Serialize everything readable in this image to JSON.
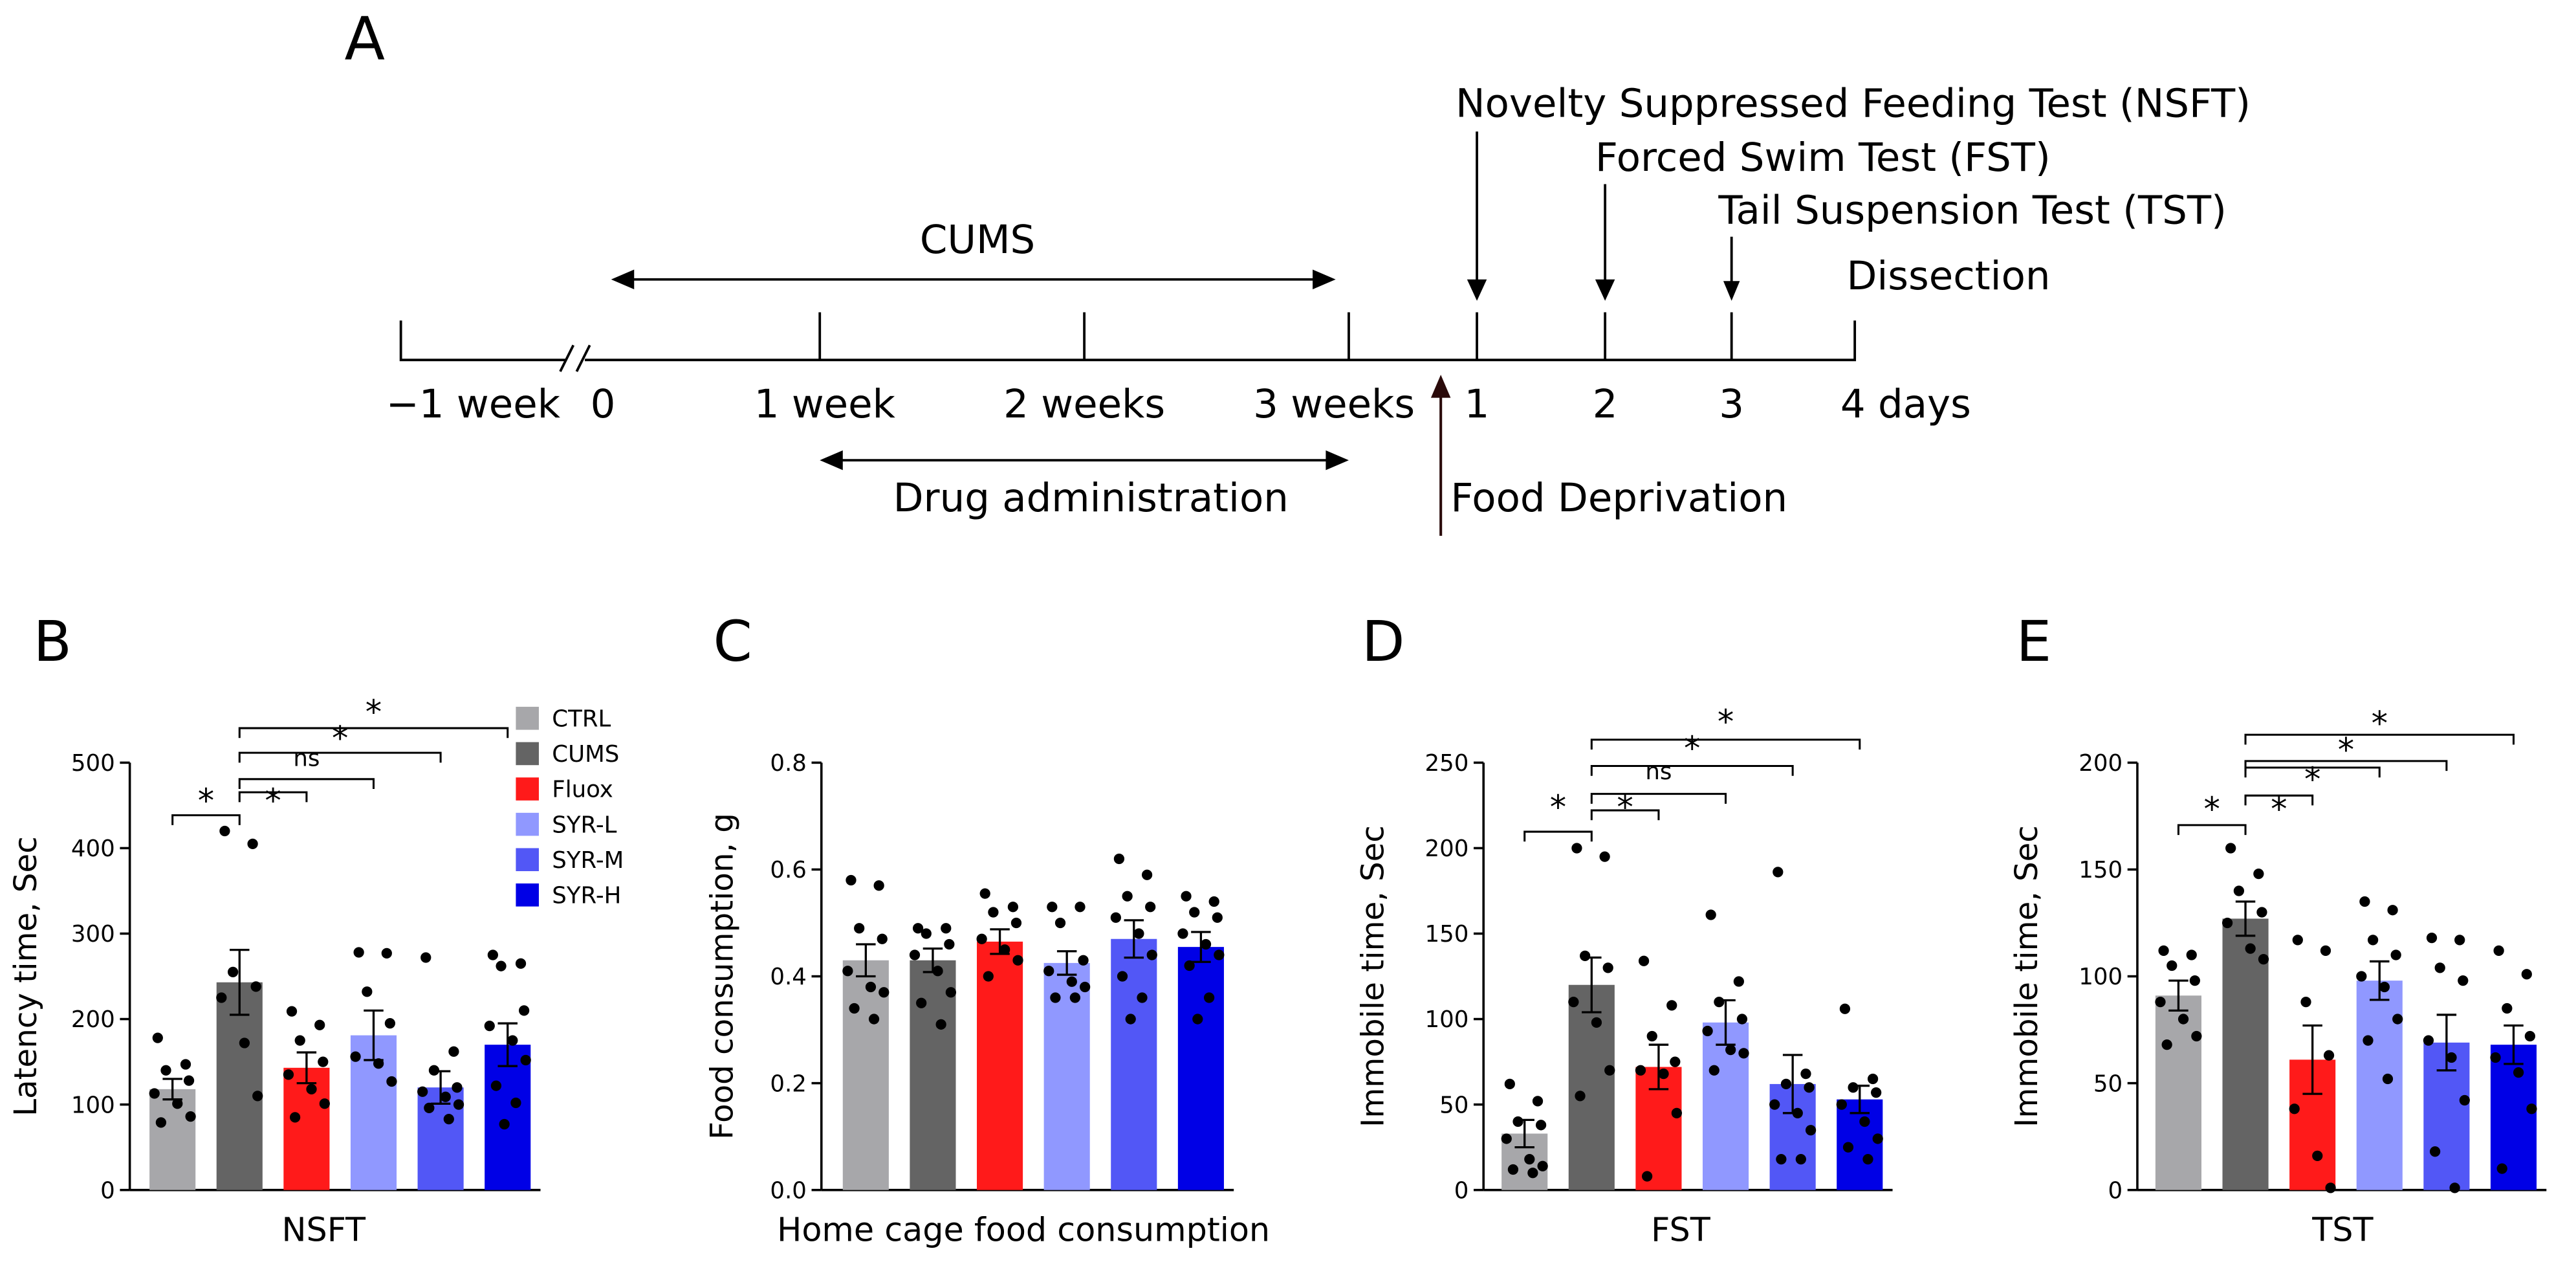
{
  "figure": {
    "panel_a": {
      "label": "A",
      "timeline_ticks": [
        "−1 week",
        "0",
        "1 week",
        "2 weeks",
        "3 weeks",
        "1",
        "2",
        "3",
        "4 days"
      ],
      "periods": {
        "cums": "CUMS",
        "drug": "Drug administration",
        "food_deprivation": "Food Deprivation"
      },
      "tests": {
        "nsft": "Novelty Suppressed Feeding Test (NSFT)",
        "fst": "Forced Swim Test (FST)",
        "tst": "Tail Suspension Test (TST)",
        "dissection": "Dissection"
      }
    },
    "legend": [
      {
        "label": "CTRL",
        "color": "#a7a7aa"
      },
      {
        "label": "CUMS",
        "color": "#646464"
      },
      {
        "label": "Fluox",
        "color": "#ff1a1a"
      },
      {
        "label": "SYR-L",
        "color": "#9098ff"
      },
      {
        "label": "SYR-M",
        "color": "#5257f6"
      },
      {
        "label": "SYR-H",
        "color": "#0000e6"
      }
    ]
  },
  "chart_data": [
    {
      "panel": "B",
      "type": "bar",
      "categories": [
        "CTRL",
        "CUMS",
        "Fluox",
        "SYR-L",
        "SYR-M",
        "SYR-H"
      ],
      "values": [
        118,
        243,
        143,
        181,
        120,
        170
      ],
      "sem": [
        12,
        38,
        18,
        29,
        19,
        25
      ],
      "points": [
        [
          178,
          147,
          140,
          128,
          113,
          101,
          86,
          79
        ],
        [
          420,
          405,
          255,
          238,
          225,
          172,
          110
        ],
        [
          209,
          193,
          175,
          150,
          135,
          118,
          101,
          85
        ],
        [
          278,
          277,
          232,
          195,
          156,
          148,
          127
        ],
        [
          272,
          162,
          140,
          120,
          115,
          109,
          100,
          96,
          83
        ],
        [
          275,
          265,
          262,
          210,
          192,
          175,
          152,
          122,
          102,
          77
        ]
      ],
      "xlabel": "NSFT",
      "ylabel": "Latency time, Sec",
      "ylim": [
        0,
        500
      ],
      "yticks": [
        "0",
        "100",
        "200",
        "300",
        "400",
        "500"
      ],
      "significance": [
        {
          "a": 0,
          "b": 1,
          "label": "*"
        },
        {
          "a": 1,
          "b": 2,
          "label": "*"
        },
        {
          "a": 1,
          "b": 3,
          "label": "ns"
        },
        {
          "a": 1,
          "b": 4,
          "label": "*"
        },
        {
          "a": 1,
          "b": 5,
          "label": "*"
        }
      ]
    },
    {
      "panel": "C",
      "type": "bar",
      "categories": [
        "CTRL",
        "CUMS",
        "Fluox",
        "SYR-L",
        "SYR-M",
        "SYR-H"
      ],
      "values": [
        0.43,
        0.43,
        0.465,
        0.425,
        0.47,
        0.455
      ],
      "sem": [
        0.03,
        0.022,
        0.023,
        0.022,
        0.035,
        0.028
      ],
      "points": [
        [
          0.58,
          0.57,
          0.49,
          0.47,
          0.41,
          0.38,
          0.37,
          0.34,
          0.32
        ],
        [
          0.49,
          0.49,
          0.48,
          0.46,
          0.44,
          0.41,
          0.37,
          0.35,
          0.31
        ],
        [
          0.555,
          0.53,
          0.52,
          0.5,
          0.47,
          0.45,
          0.43,
          0.4
        ],
        [
          0.53,
          0.53,
          0.5,
          0.43,
          0.41,
          0.39,
          0.38,
          0.36,
          0.36
        ],
        [
          0.62,
          0.59,
          0.55,
          0.53,
          0.51,
          0.48,
          0.44,
          0.4,
          0.36,
          0.32
        ],
        [
          0.55,
          0.54,
          0.52,
          0.51,
          0.48,
          0.46,
          0.44,
          0.42,
          0.36,
          0.32
        ]
      ],
      "xlabel": "Home cage food consumption",
      "ylabel": "Food consumption, g",
      "ylim": [
        0,
        0.8
      ],
      "yticks": [
        "0.0",
        "0.2",
        "0.4",
        "0.6",
        "0.8"
      ],
      "significance": []
    },
    {
      "panel": "D",
      "type": "bar",
      "categories": [
        "CTRL",
        "CUMS",
        "Fluox",
        "SYR-L",
        "SYR-M",
        "SYR-H"
      ],
      "values": [
        33,
        120,
        72,
        98,
        62,
        53
      ],
      "sem": [
        8,
        16,
        13,
        13,
        17,
        8
      ],
      "points": [
        [
          62,
          52,
          40,
          38,
          30,
          18,
          14,
          12,
          10
        ],
        [
          200,
          195,
          137,
          130,
          110,
          98,
          70,
          55
        ],
        [
          134,
          108,
          90,
          75,
          70,
          68,
          45,
          8
        ],
        [
          161,
          122,
          110,
          100,
          93,
          82,
          80,
          70
        ],
        [
          186,
          68,
          62,
          60,
          50,
          45,
          35,
          18,
          18
        ],
        [
          106,
          65,
          60,
          57,
          50,
          40,
          30,
          25,
          18
        ]
      ],
      "xlabel": "FST",
      "ylabel": "Immobile time, Sec",
      "ylim": [
        0,
        250
      ],
      "yticks": [
        "0",
        "50",
        "100",
        "150",
        "200",
        "250"
      ],
      "significance": [
        {
          "a": 0,
          "b": 1,
          "label": "*"
        },
        {
          "a": 1,
          "b": 2,
          "label": "*"
        },
        {
          "a": 1,
          "b": 3,
          "label": "ns"
        },
        {
          "a": 1,
          "b": 4,
          "label": "*"
        },
        {
          "a": 1,
          "b": 5,
          "label": "*"
        }
      ]
    },
    {
      "panel": "E",
      "type": "bar",
      "categories": [
        "CTRL",
        "CUMS",
        "Fluox",
        "SYR-L",
        "SYR-M",
        "SYR-H"
      ],
      "values": [
        91,
        127,
        61,
        98,
        69,
        68
      ],
      "sem": [
        7,
        8,
        16,
        9,
        13,
        9
      ],
      "points": [
        [
          112,
          110,
          105,
          98,
          88,
          80,
          72,
          68
        ],
        [
          160,
          148,
          140,
          130,
          125,
          113,
          108
        ],
        [
          117,
          112,
          88,
          63,
          38,
          16,
          1
        ],
        [
          135,
          131,
          117,
          110,
          100,
          95,
          80,
          70,
          52
        ],
        [
          118,
          117,
          104,
          98,
          70,
          62,
          42,
          18,
          1
        ],
        [
          112,
          101,
          85,
          72,
          62,
          55,
          38,
          10
        ]
      ],
      "xlabel": "TST",
      "ylabel": "Immobile time, Sec",
      "ylim": [
        0,
        200
      ],
      "yticks": [
        "0",
        "50",
        "100",
        "150",
        "200"
      ],
      "significance": [
        {
          "a": 0,
          "b": 1,
          "label": "*"
        },
        {
          "a": 1,
          "b": 2,
          "label": "*"
        },
        {
          "a": 1,
          "b": 3,
          "label": "*"
        },
        {
          "a": 1,
          "b": 4,
          "label": "*"
        },
        {
          "a": 1,
          "b": 5,
          "label": "*"
        }
      ]
    }
  ]
}
